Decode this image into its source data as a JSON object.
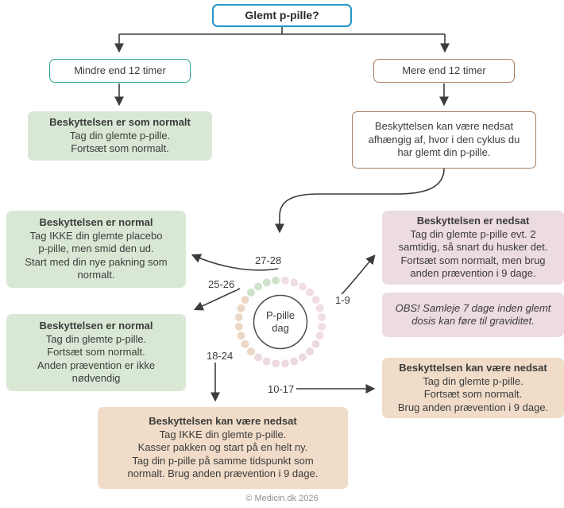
{
  "title": {
    "label": "Glemt p-pille?"
  },
  "branches": {
    "less12": {
      "label": "Mindre end 12 timer"
    },
    "more12": {
      "label": "Mere end 12 timer"
    }
  },
  "results": {
    "normal_less12": {
      "title": "Beskyttelsen er som normalt",
      "body": "Tag din glemte p-pille.\nFortsæt som normalt."
    },
    "info_more12": {
      "body": "Beskyttelsen kan være nedsat\nafhængig af, hvor i den cyklus du\nhar glemt din p-pille."
    },
    "day_27_28": {
      "title": "Beskyttelsen er normal",
      "body": "Tag IKKE din glemte placebo\np-pille, men smid den ud.\nStart med din nye pakning som\nnormalt."
    },
    "day_25_26": {
      "title": "Beskyttelsen er normal",
      "body": "Tag din glemte p-pille.\nFortsæt som normalt.\nAnden prævention er ikke\nnødvendig"
    },
    "day_1_9": {
      "title": "Beskyttelsen er nedsat",
      "body": "Tag din glemte p-pille evt. 2\nsamtidig, så snart du husker det.\nFortsæt som normalt, men brug\nanden prævention i 9 dage."
    },
    "obs": {
      "body": "OBS! Samleje 7 dage inden glemt\ndosis kan føre til graviditet."
    },
    "day_10_17": {
      "title": "Beskyttelsen kan være nedsat",
      "body": "Tag din glemte p-pille.\nFortsæt som normalt.\nBrug anden prævention i 9 dage."
    },
    "day_18_24": {
      "title": "Beskyttelsen kan være nedsat",
      "body": "Tag IKKE din glemte p-pille.\nKasser pakken og start på en helt ny.\nTag din p-pille på samme tidspunkt som\nnormalt. Brug anden prævention i 9 dage."
    }
  },
  "cycle": {
    "center_line1": "P-pille",
    "center_line2": "dag",
    "labels": {
      "d27_28": "27-28",
      "d25_26": "25-26",
      "d1_9": "1-9",
      "d18_24": "18-24",
      "d10_17": "10-17"
    },
    "days_total": 28,
    "segments": [
      {
        "from": 1,
        "to": 9,
        "color": "#f1dee3"
      },
      {
        "from": 10,
        "to": 17,
        "color": "#eddade"
      },
      {
        "from": 18,
        "to": 24,
        "color": "#ecd8c6"
      },
      {
        "from": 25,
        "to": 28,
        "color": "#cfe3cb"
      }
    ]
  },
  "colors": {
    "start_border": "#1f96c8",
    "less12_border": "#2aa191",
    "more12_border": "#a87d5e",
    "green_fill": "#d9e8d4",
    "pink_fill": "#ecdbe1",
    "tan_fill": "#f0dcc8",
    "arrow": "#3c3c3c"
  },
  "footer": {
    "credit": "© Medicin.dk 2026"
  }
}
